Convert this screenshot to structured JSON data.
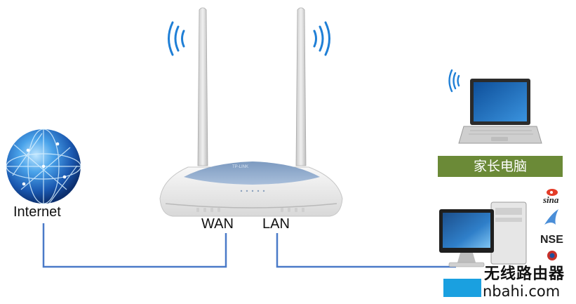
{
  "labels": {
    "internet": "Internet",
    "wan": "WAN",
    "lan": "LAN",
    "parent_computer": "家长电脑",
    "router_brand": "TP-LINK"
  },
  "watermark": {
    "chinese": "无线路由器",
    "url": "nbahi.com",
    "sina": "sina",
    "nse": "NSE"
  },
  "colors": {
    "cable": "#4a7ac8",
    "label_bar": "#6b8a37",
    "wifi": "#1f7fd6",
    "globe": "#1f5fb0"
  },
  "icons": {
    "globe": "globe-icon",
    "router": "router-icon",
    "laptop": "laptop-icon",
    "desktop": "desktop-computer-icon",
    "wifi": "wifi-signal-icon"
  }
}
